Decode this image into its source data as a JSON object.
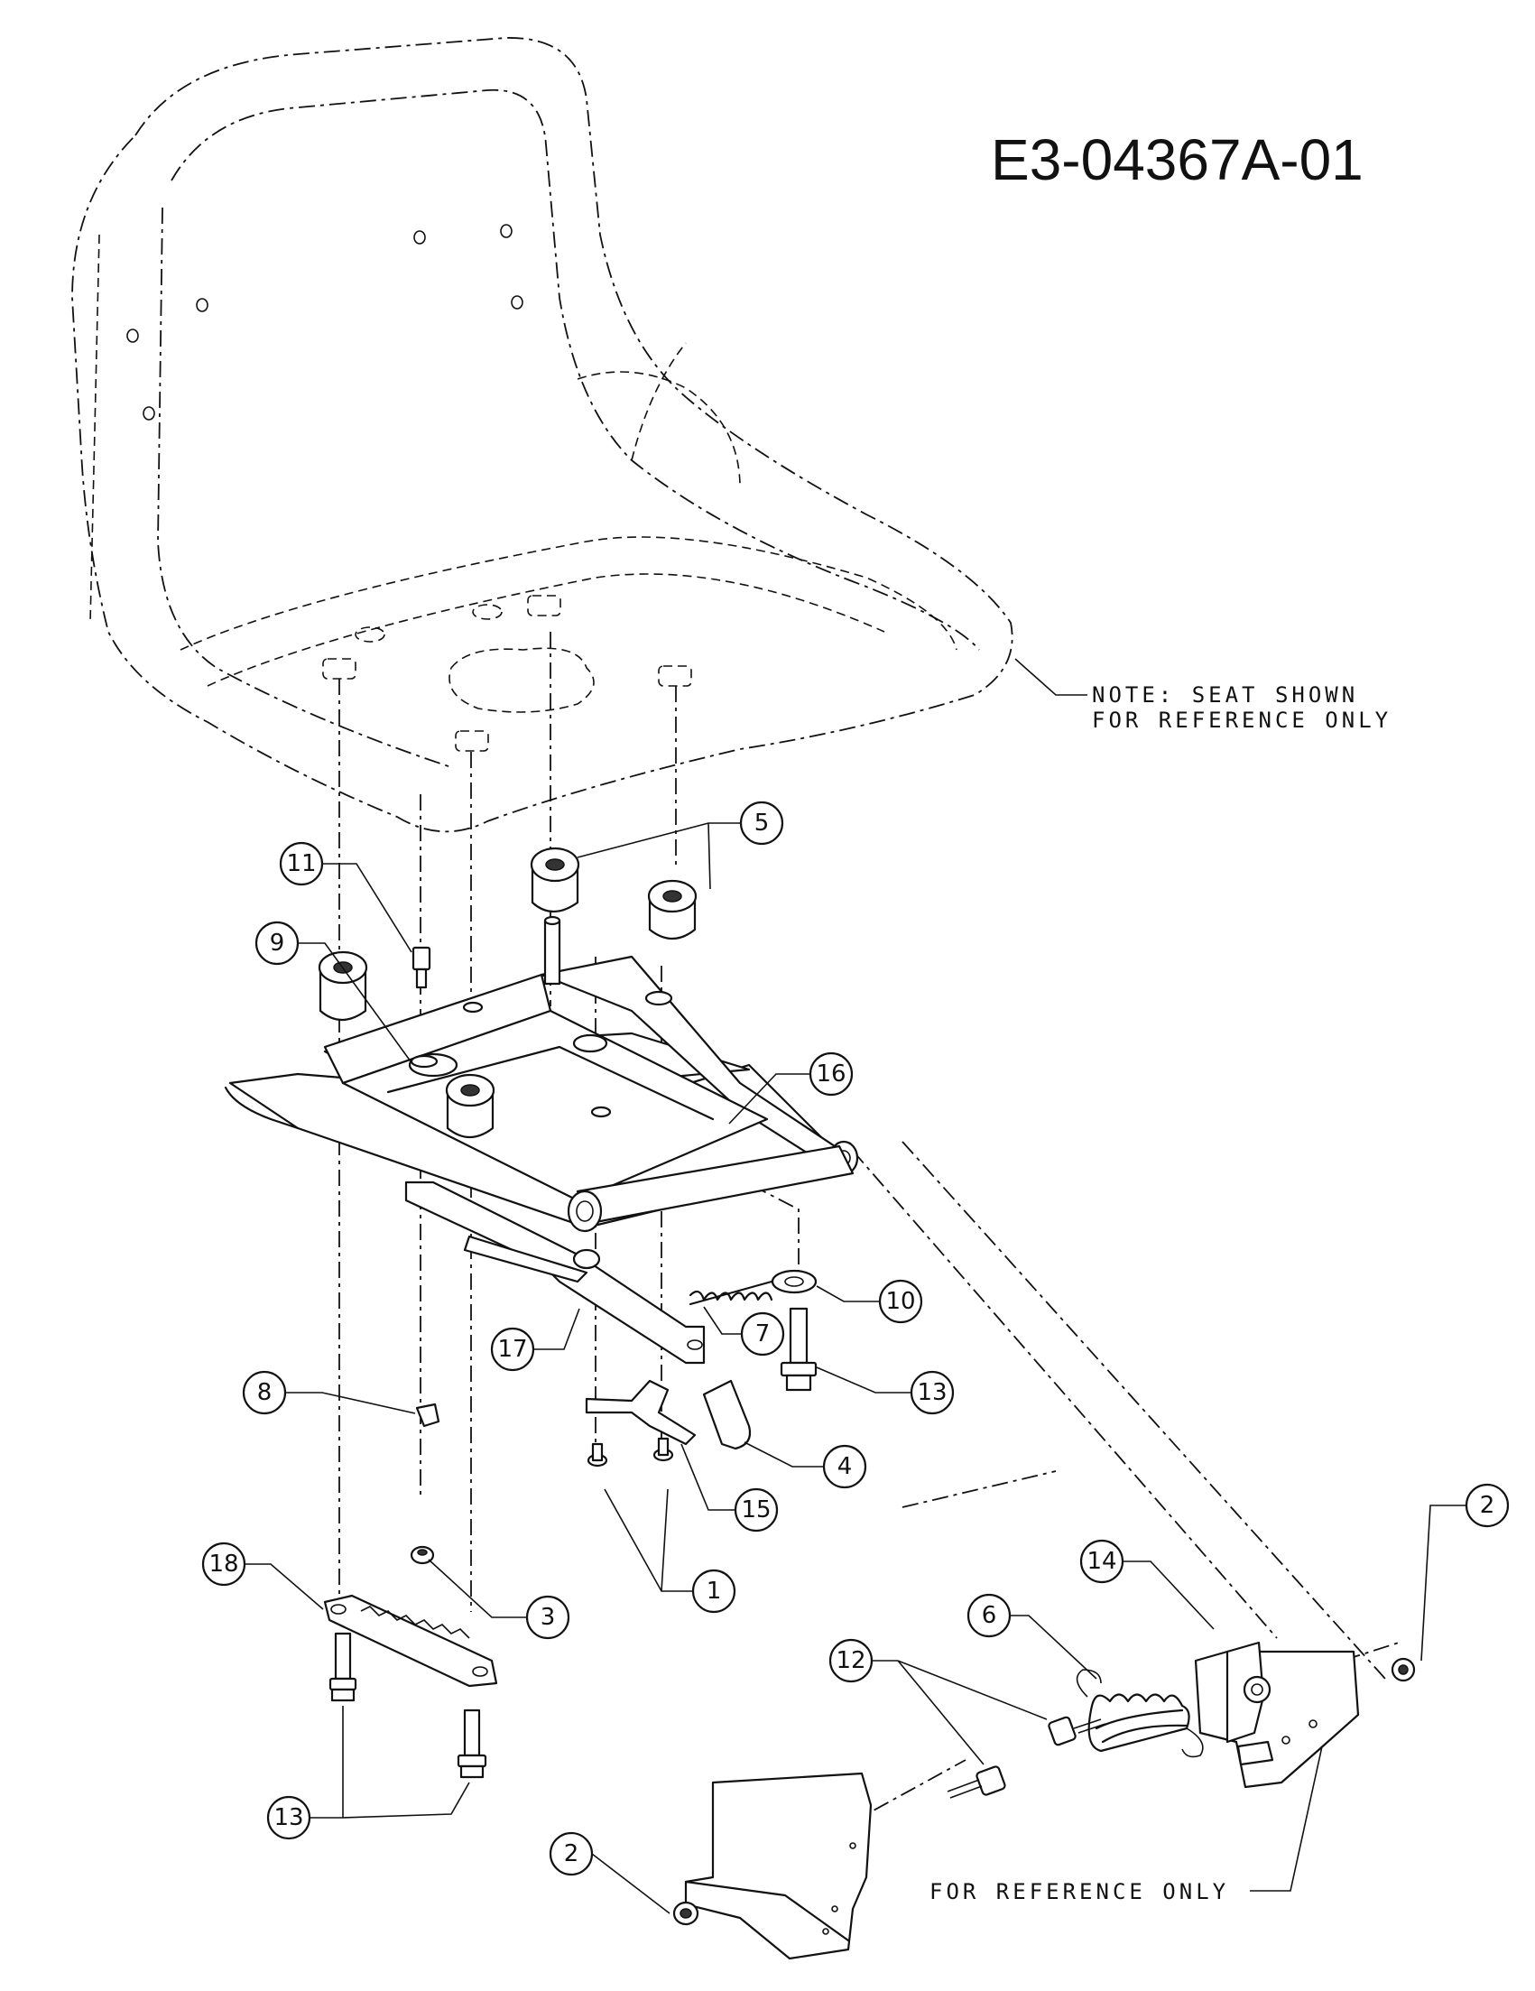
{
  "diagram_id": "E3-04367A-01",
  "notes": {
    "seat_note_line1": "NOTE: SEAT SHOWN",
    "seat_note_line2": "FOR REFERENCE ONLY",
    "bracket_note": "FOR REFERENCE ONLY"
  },
  "callouts": [
    "1",
    "2",
    "2",
    "3",
    "4",
    "5",
    "6",
    "7",
    "8",
    "9",
    "10",
    "11",
    "12",
    "13",
    "13",
    "14",
    "15",
    "16",
    "17",
    "18"
  ]
}
